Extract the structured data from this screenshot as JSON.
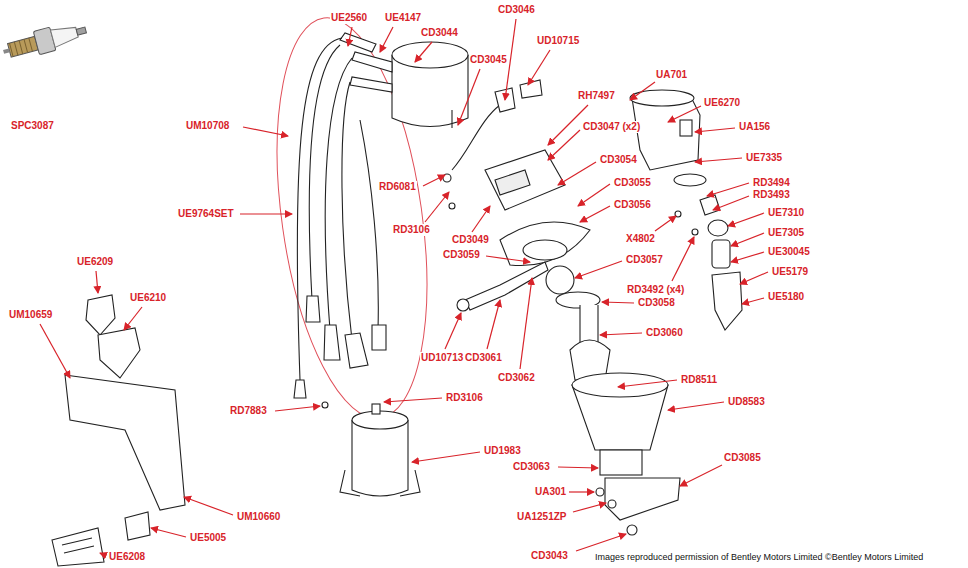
{
  "diagram": {
    "labels": [
      "SPC3087",
      "UE2560",
      "UE4147",
      "CD3046",
      "CD3044",
      "UD10715",
      "UA701",
      "CD3045",
      "RH7497",
      "UE6270",
      "UM10708",
      "UA156",
      "CD3047 (x2)",
      "UE7335",
      "CD3054",
      "RD3494",
      "RD6081",
      "CD3055",
      "RD3493",
      "CD3056",
      "UE9764SET",
      "UE7310",
      "RD3106",
      "UE7305",
      "CD3049",
      "X4802",
      "UE30045",
      "CD3059",
      "CD3057",
      "UE6209",
      "UE5179",
      "UE6210",
      "RD3492 (x4)",
      "CD3058",
      "UE5180",
      "UM10659",
      "CD3060",
      "UD10713",
      "CD3061",
      "CD3062",
      "RD8511",
      "UD8583",
      "RD7883",
      "RD3106",
      "UD1983",
      "CD3063",
      "CD3085",
      "UA301",
      "UM10660",
      "UA1251ZP",
      "UE5005",
      "CD3043",
      "UE6208",
      "Images reproduced permission of Bentley Motors Limited ©Bentley Motors Limited"
    ]
  }
}
